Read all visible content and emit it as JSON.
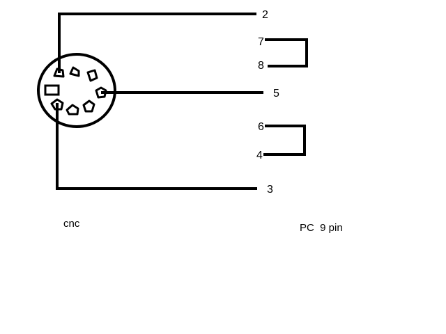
{
  "labels": {
    "connector_left": "cnc",
    "connector_right": "PC  9 pin"
  },
  "pins": {
    "p2": "2",
    "p7": "7",
    "p8": "8",
    "p5": "5",
    "p6": "6",
    "p4": "4",
    "p3": "3"
  },
  "colors": {
    "ink": "#000000",
    "background": "#ffffff"
  }
}
